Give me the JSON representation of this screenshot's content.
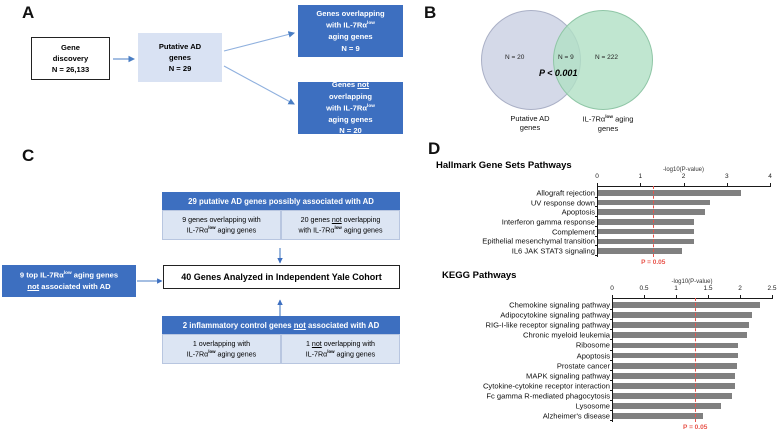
{
  "panels": {
    "a": {
      "letter": "A",
      "boxes": {
        "discovery": "Gene\ndiscovery\nN = 26,133",
        "putative": "Putative AD\ngenes\nN = 29",
        "overlapping_line1": "Genes overlapping",
        "overlapping_line2_pre": "with  IL-7Rα",
        "overlapping_line2_sup": "low",
        "overlapping_line3": "aging genes",
        "overlapping_line4": "N = 9",
        "not_overlapping_line1_pre": "Genes ",
        "not_overlapping_line1_u": "not",
        "not_overlapping_line2": "overlapping",
        "not_overlapping_line3_pre": "with  IL-7Rα",
        "not_overlapping_line3_sup": "low",
        "not_overlapping_line4": "aging genes",
        "not_overlapping_line5": "N = 20"
      }
    },
    "b": {
      "letter": "B",
      "venn": {
        "left_only": "N = 20",
        "intersection": "N = 9",
        "right_only": "N = 222",
        "pvalue": "P < 0.001",
        "left_label": "Putative AD\ngenes",
        "right_label_pre": "IL-7Rα",
        "right_label_sup": "low",
        "right_label_post": " aging\ngenes",
        "left_color": "#cdd2e4",
        "right_color": "#b0e0c4"
      }
    },
    "c": {
      "letter": "C",
      "top_header": "29 putative AD genes possibly associated with AD",
      "top_left_line1": "9 genes overlapping with",
      "top_left_line2_pre": "IL-7Rα",
      "top_left_line2_sup": "low",
      "top_left_line2_post": "  aging genes",
      "top_right_line1_pre": "20 genes ",
      "top_right_line1_u": "not",
      "top_right_line1_post": " overlapping",
      "top_right_line2_pre": "with IL-7Rα",
      "top_right_line2_sup": "low",
      "top_right_line2_post": "  aging genes",
      "left_box_line1_pre": "9 top IL-7Rα",
      "left_box_line1_sup": "low",
      "left_box_line1_post": " aging genes",
      "left_box_line2_u": "not",
      "left_box_line2_post": " associated with AD",
      "center_box": "40 Genes Analyzed in Independent Yale Cohort",
      "bottom_header_pre": "2 inflammatory  control genes ",
      "bottom_header_u": "not",
      "bottom_header_post": " associated with AD",
      "bottom_left_line1": "1 overlapping with",
      "bottom_left_line2_pre": "IL-7Rα",
      "bottom_left_line2_sup": "low",
      "bottom_left_line2_post": "  aging genes",
      "bottom_right_line1_pre": "1 ",
      "bottom_right_line1_u": "not",
      "bottom_right_line1_post": " overlapping with",
      "bottom_right_line2_pre": "IL-7Rα",
      "bottom_right_line2_sup": "low",
      "bottom_right_line2_post": "  aging genes"
    },
    "d": {
      "letter": "D"
    }
  },
  "chart_data": [
    {
      "type": "bar",
      "orientation": "horizontal",
      "title": "Hallmark Gene Sets Pathways",
      "xlabel": "-log10(P-value)",
      "ylabel": "",
      "xlim": [
        0,
        4
      ],
      "xticks": [
        0,
        1,
        2,
        3,
        4
      ],
      "xticklabels": [
        "0",
        "1",
        "2",
        "3",
        "4"
      ],
      "grid": false,
      "bar_color": "#808080",
      "categories": [
        "Allograft rejection",
        "UV response down",
        "Apoptosis",
        "Interferon gamma response",
        "Complement",
        "Epithelial mesenchymal transition",
        "IL6 JAK STAT3 signaling"
      ],
      "values": [
        3.3,
        2.6,
        2.47,
        2.22,
        2.22,
        2.22,
        1.95
      ],
      "threshold": {
        "value": 1.3,
        "label": "P = 0.05",
        "color": "#e8534a"
      }
    },
    {
      "type": "bar",
      "orientation": "horizontal",
      "title": "KEGG Pathways",
      "xlabel": "-log10(P-value)",
      "ylabel": "",
      "xlim": [
        0,
        2.5
      ],
      "xticks": [
        0,
        0.5,
        1,
        1.5,
        2,
        2.5
      ],
      "xticklabels": [
        "0",
        "0.5",
        "1",
        "1.5",
        "2",
        "2.5"
      ],
      "grid": false,
      "bar_color": "#808080",
      "categories": [
        "Chemokine signaling pathway",
        "Adipocytokine signaling pathway",
        "RIG-I-like receptor signaling pathway",
        "Chronic myeloid leukemia",
        "Ribosome",
        "Apoptosis",
        "Prostate cancer",
        "MAPK signaling pathway",
        "Cytokine-cytokine receptor interaction",
        "Fc gamma R-mediated phagocytosis",
        "Lysosome",
        "Alzheimer's disease"
      ],
      "values": [
        2.3,
        2.17,
        2.12,
        2.1,
        1.95,
        1.95,
        1.94,
        1.9,
        1.9,
        1.86,
        1.68,
        1.4
      ],
      "threshold": {
        "value": 1.3,
        "label": "P = 0.05",
        "color": "#e8534a"
      }
    }
  ]
}
